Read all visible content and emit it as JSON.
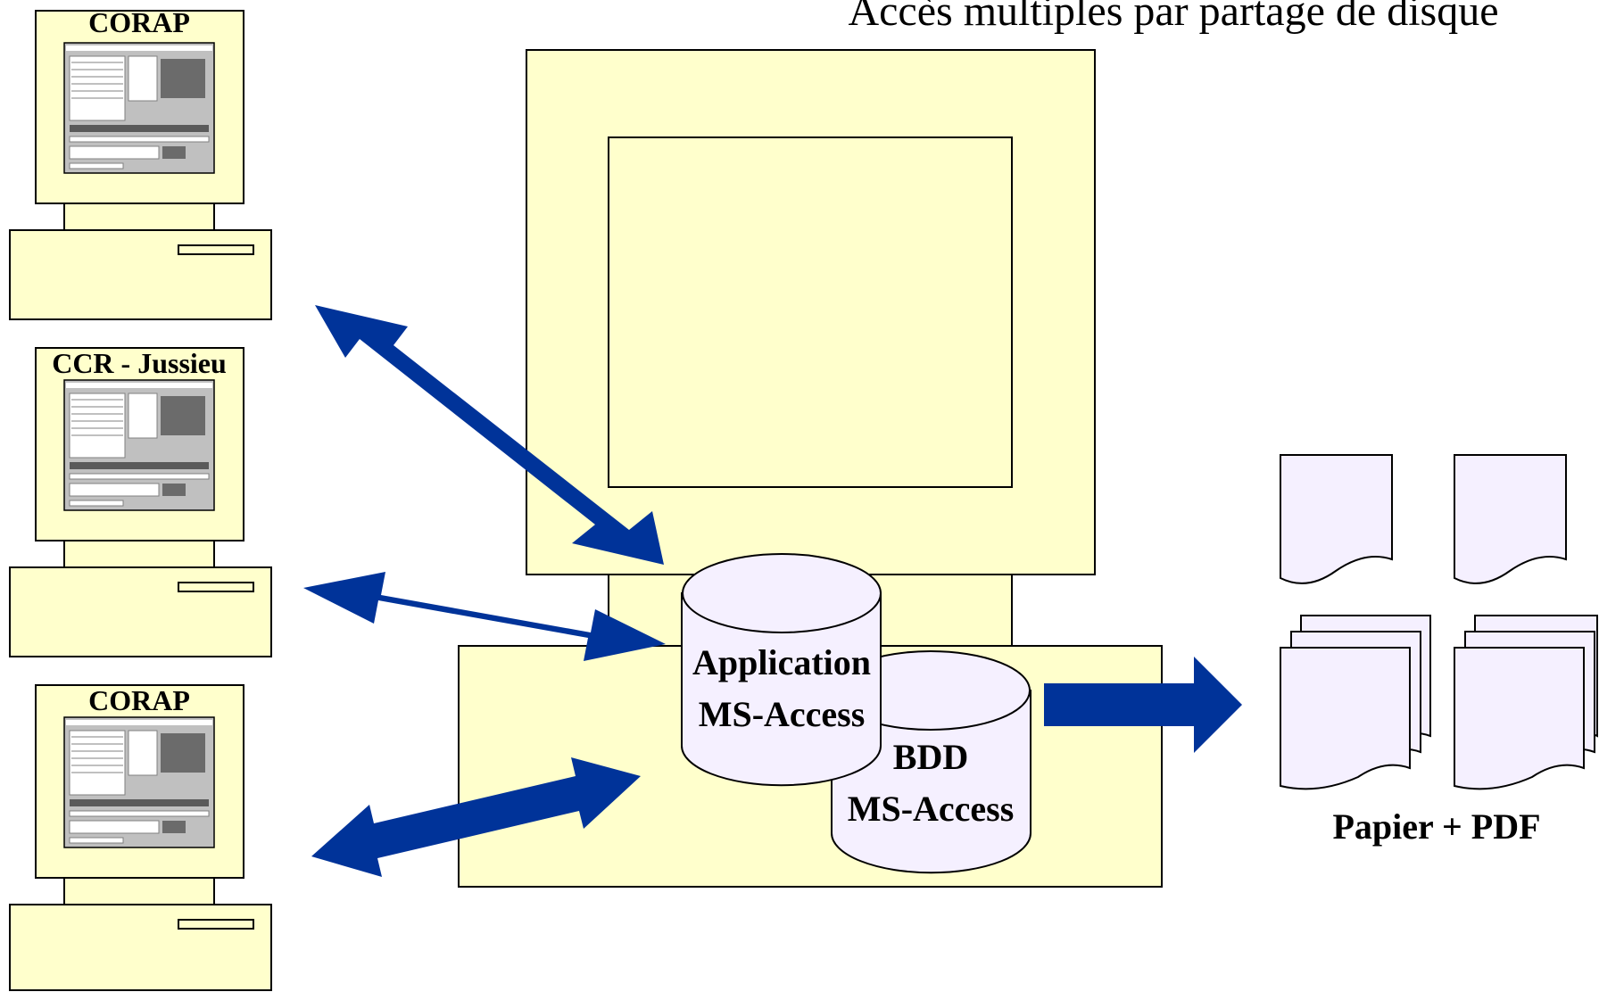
{
  "title": "Accès multiples par partage de disque",
  "colors": {
    "box_fill": "#ffffcc",
    "box_stroke": "#000000",
    "arrow": "#003399",
    "cylinder_fill": "#f5f0ff",
    "paper_fill": "#f5f0ff",
    "screenshot_bg": "#c0c0c0"
  },
  "clients": [
    {
      "label": "CORAP"
    },
    {
      "label": "CCR - Jussieu"
    },
    {
      "label": "CORAP"
    }
  ],
  "databases": {
    "application": {
      "line1": "Application",
      "line2": "MS-Access"
    },
    "bdd": {
      "line1": "BDD",
      "line2": "MS-Access"
    }
  },
  "output": {
    "label": "Papier + PDF"
  }
}
